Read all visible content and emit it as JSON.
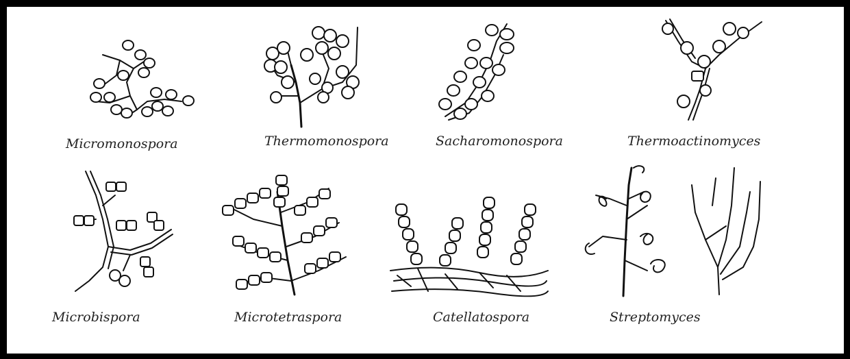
{
  "figure": {
    "labels": {
      "micromonospora": "Micromonospora",
      "thermomonospora": "Thermomonospora",
      "sacharomonospora": "Sacharomonospora",
      "thermoactinomyces": "Thermoactinomyces",
      "microbispora": "Microbispora",
      "microtetraspora": "Microtetraspora",
      "catellatospora": "Catellatospora",
      "streptomyces": "Streptomyces"
    }
  }
}
